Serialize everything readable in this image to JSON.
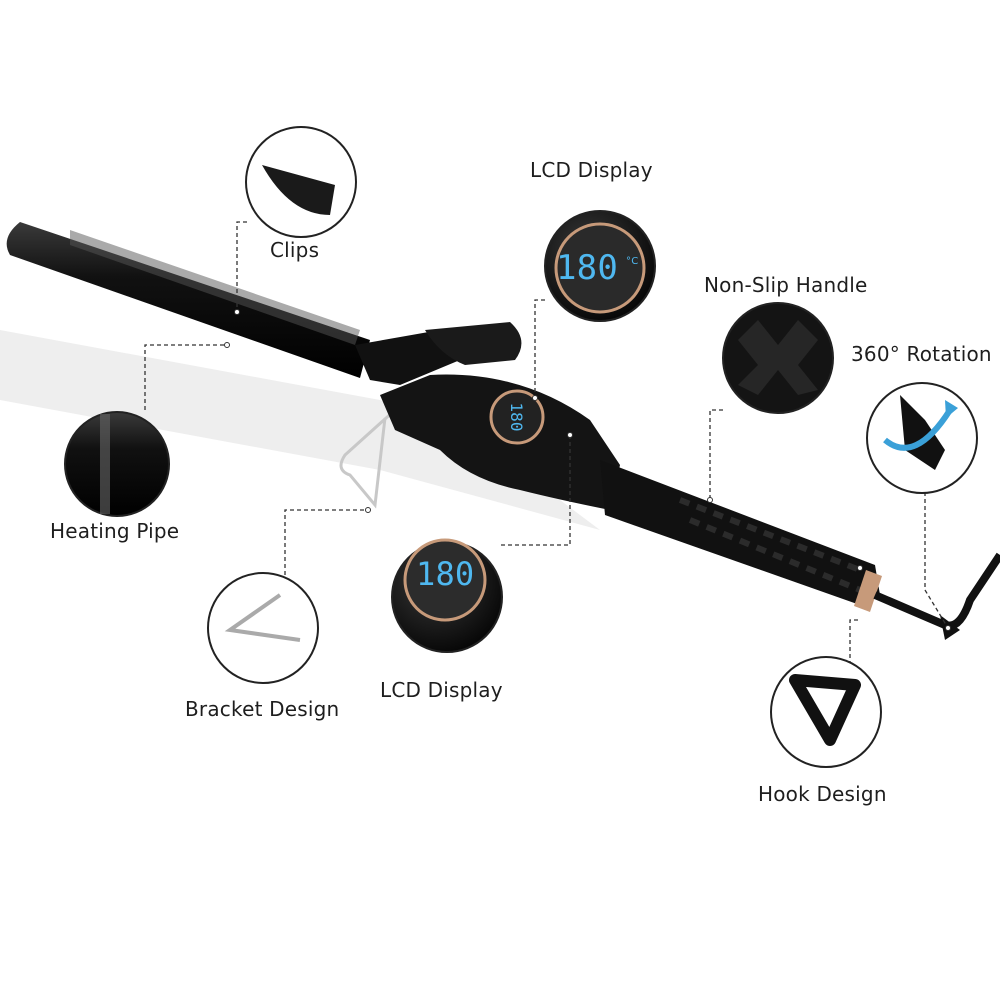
{
  "product": "curling-iron",
  "labels": {
    "clips": "Clips",
    "lcd_top": "LCD Display",
    "non_slip": "Non-Slip Handle",
    "rotation": "360° Rotation",
    "heating_pipe": "Heating Pipe",
    "bracket": "Bracket Design",
    "lcd_bottom": "LCD Display",
    "hook": "Hook Design"
  },
  "display": {
    "temperature": "180",
    "unit": "°C"
  },
  "colors": {
    "body": "#151515",
    "accent": "#c79a7a",
    "lcd": "#4fb8f0",
    "text": "#1e1e1e"
  }
}
